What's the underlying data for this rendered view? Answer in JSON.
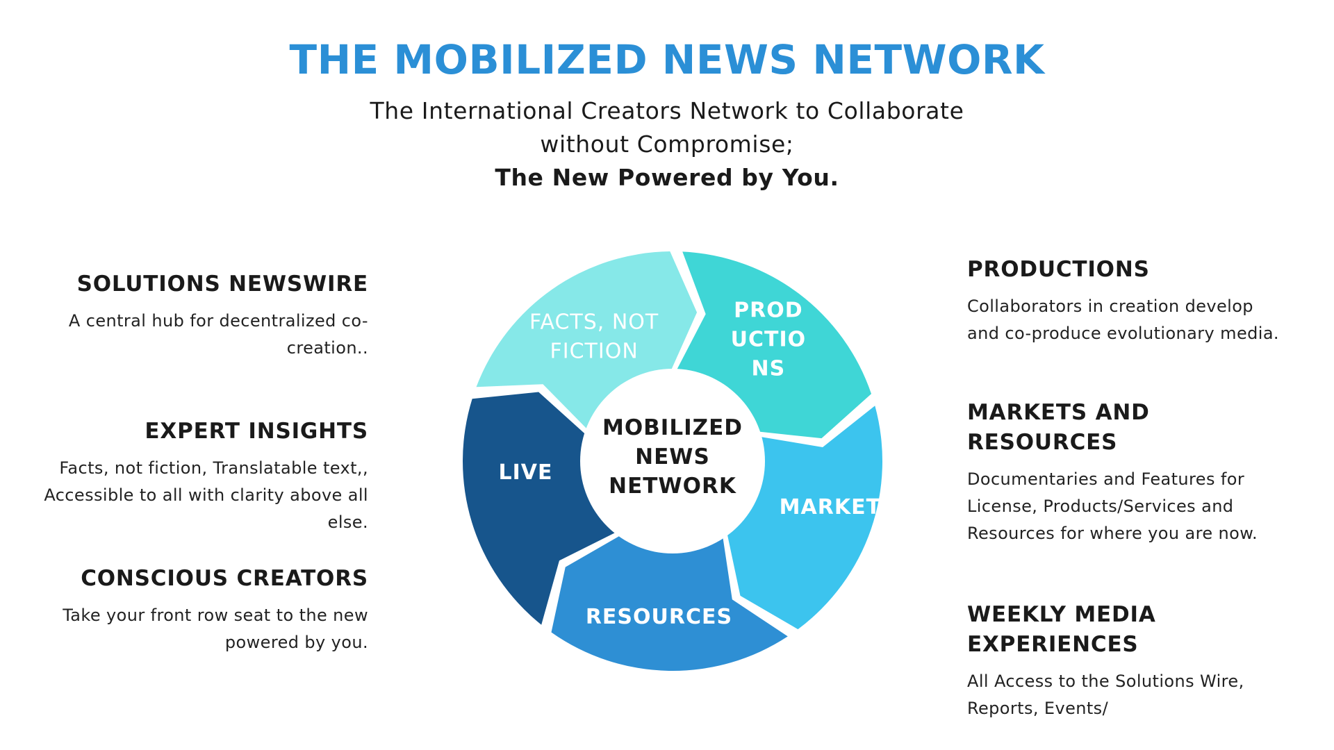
{
  "header": {
    "title": "THE MOBILIZED NEWS NETWORK",
    "subtitle_line1": "The International Creators Network to  Collaborate",
    "subtitle_line2": "without Compromise;",
    "subtitle_line3": "The New Powered by You."
  },
  "left_sections": [
    {
      "heading": "SOLUTIONS NEWSWIRE",
      "description": "A central hub for decentralized co-creation.."
    },
    {
      "heading": "EXPERT INSIGHTS",
      "description": "Facts, not fiction, Translatable text,, Accessible to all with clarity above all else."
    },
    {
      "heading": "CONSCIOUS CREATORS",
      "description": "Take your front row seat to the new powered by you."
    }
  ],
  "right_sections": [
    {
      "heading": "PRODUCTIONS",
      "description": "Collaborators in creation develop and co-produce evolutionary media."
    },
    {
      "heading": "MARKETS AND RESOURCES",
      "description": "Documentaries and Features for License, Products/Services and Resources for where you are now."
    },
    {
      "heading": "WEEKLY MEDIA EXPERIENCES",
      "description": "All Access to the Solutions Wire, Reports, Events/"
    }
  ],
  "cycle": {
    "center_lines": [
      "MOBILIZED",
      "NEWS",
      "NETWORK"
    ],
    "segments": [
      {
        "lines": [
          "FACTS, NOT",
          "FICTION"
        ],
        "color": "#86e8e8"
      },
      {
        "lines": [
          "PROD",
          "UCTIO",
          "NS"
        ],
        "color": "#3fd6d6"
      },
      {
        "lines": [
          "MARKET"
        ],
        "color": "#3cc4ee"
      },
      {
        "lines": [
          "RESOURCES"
        ],
        "color": "#2e8fd4"
      },
      {
        "lines": [
          "LIVE"
        ],
        "color": "#17558c"
      }
    ]
  }
}
